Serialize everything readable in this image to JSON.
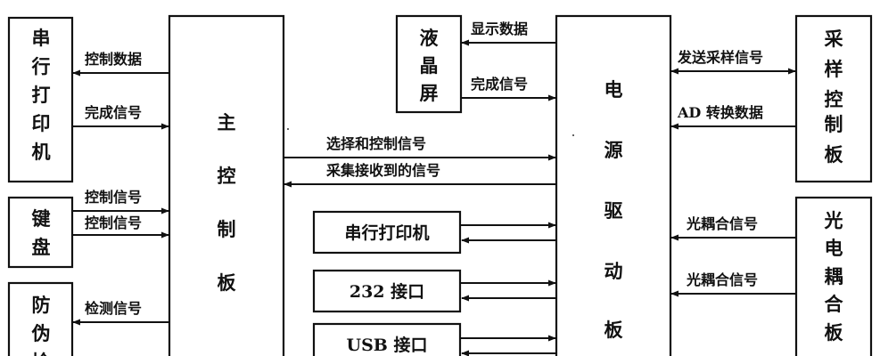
{
  "blocks": {
    "serial_printer_left": "串行打印机",
    "keyboard": "键盘",
    "anti_counterfeit": "防伪捡",
    "main_board": "主控制板",
    "lcd": "液晶屏",
    "power_board": "电源驱动板",
    "sampling_board": "采样控制板",
    "optocoupler": "光电耦合板",
    "serial_printer_mid": "串行打印机",
    "port_232": "232 接口",
    "port_usb": "USB 接口"
  },
  "labels": {
    "control_data": "控制数据",
    "done_signal_left": "完成信号",
    "control_signal_1": "控制信号",
    "control_signal_2": "控制信号",
    "detect_signal": "检测信号",
    "display_data": "显示数据",
    "done_signal_lcd": "完成信号",
    "select_control": "选择和控制信号",
    "collect_received": "采集接收到的信号",
    "send_sampling": "发送采样信号",
    "ad_convert": "AD 转换数据",
    "opto_signal_1": "光耦合信号",
    "opto_signal_2": "光耦合信号"
  }
}
